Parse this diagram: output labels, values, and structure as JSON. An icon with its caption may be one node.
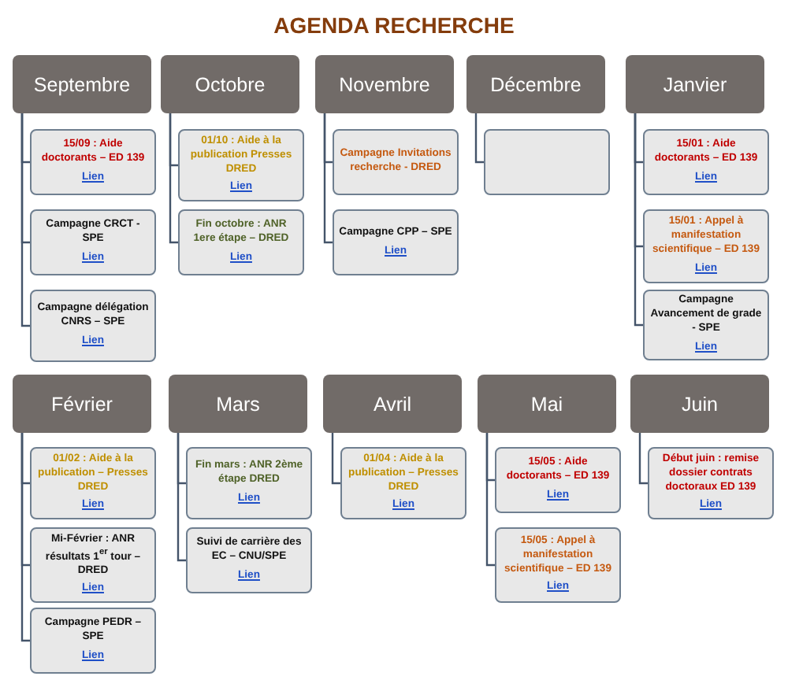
{
  "diagram": {
    "title": "AGENDA RECHERCHE",
    "nodes": [
      {
        "text": [
          "Septembre"
        ]
      },
      {
        "text": [
          "15/09 : Aide doctorants – ED 139",
          "Lien"
        ]
      },
      {
        "text": [
          "Campagne CRCT - SPE",
          "Lien"
        ]
      },
      {
        "text": [
          "Campagne délégation CNRS – SPE",
          "Lien"
        ]
      },
      {
        "text": [
          "Octobre"
        ]
      },
      {
        "text": [
          "01/10 : Aide à la publication Presses DRED",
          "Lien"
        ]
      },
      {
        "text": [
          "Fin octobre : ANR 1ere étape – DRED",
          "Lien"
        ]
      },
      {
        "text": [
          "Novembre"
        ]
      },
      {
        "text": [
          "Campagne Invitations recherche - DRED"
        ]
      },
      {
        "text": [
          "Campagne CPP – SPE",
          "Lien"
        ]
      },
      {
        "text": [
          "Décembre"
        ]
      },
      {
        "text": [],
        "shape": "box"
      },
      {
        "text": [
          "Janvier"
        ]
      },
      {
        "text": [
          "15/01 : Aide doctorants – ED 139",
          "Lien"
        ]
      },
      {
        "text": [
          "15/01 : Appel à manifestation scientifique – ED 139",
          "Lien"
        ]
      },
      {
        "text": [
          "Campagne Avancement de grade - SPE",
          "Lien"
        ]
      },
      {
        "text": [
          "Février"
        ]
      },
      {
        "text": [
          "01/02 : Aide à la publication – Presses DRED",
          "Lien"
        ]
      },
      {
        "text": [
          "Mi-Février : ANR résultats 1$^{er}$ tour – DRED",
          "Lien"
        ]
      },
      {
        "text": [
          "Campagne PEDR –SPE",
          "Lien"
        ]
      },
      {
        "text": [
          "Mars"
        ]
      },
      {
        "text": [
          "Fin mars : ANR 2ème étape DRED",
          "Lien"
        ]
      },
      {
        "text": [
          "Suivi de carrière des EC – CNU/SPE",
          "Lien"
        ]
      },
      {
        "text": [
          "Avril"
        ]
      },
      {
        "text": [
          "01/04 : Aide à la publication – Presses DRED",
          "Lien"
        ]
      },
      {
        "text": [
          "Mai"
        ]
      },
      {
        "text": [
          "15/05 : Aide doctorants – ED 139",
          "Lien"
        ]
      },
      {
        "text": [
          "15/05 : Appel à manifestation scientifique – ED 139",
          "Lien"
        ]
      },
      {
        "text": [
          "Juin"
        ]
      },
      {
        "text": [
          "Début juin : remise dossier contrats doctoraux ED 139",
          "Lien"
        ]
      }
    ],
    "edges": [
      {
        "from": 0,
        "to": 1,
        "arrow": "none"
      },
      {
        "from": 0,
        "to": 2,
        "arrow": "none"
      },
      {
        "from": 0,
        "to": 3,
        "arrow": "none"
      },
      {
        "from": 4,
        "to": 5,
        "arrow": "none"
      },
      {
        "from": 4,
        "to": 6,
        "arrow": "none"
      },
      {
        "from": 7,
        "to": 8,
        "arrow": "none"
      },
      {
        "from": 7,
        "to": 9,
        "arrow": "none"
      },
      {
        "from": 10,
        "to": 11,
        "arrow": "none"
      },
      {
        "from": 12,
        "to": 13,
        "arrow": "none"
      },
      {
        "from": 12,
        "to": 14,
        "arrow": "none"
      },
      {
        "from": 12,
        "to": 15,
        "arrow": "none"
      },
      {
        "from": 16,
        "to": 17,
        "arrow": "none"
      },
      {
        "from": 16,
        "to": 18,
        "arrow": "none"
      },
      {
        "from": 16,
        "to": 19,
        "arrow": "none"
      },
      {
        "from": 20,
        "to": 21,
        "arrow": "none"
      },
      {
        "from": 20,
        "to": 22,
        "arrow": "none"
      },
      {
        "from": 23,
        "to": 24,
        "arrow": "none"
      },
      {
        "from": 25,
        "to": 26,
        "arrow": "none"
      },
      {
        "from": 25,
        "to": 27,
        "arrow": "none"
      },
      {
        "from": 28,
        "to": 29,
        "arrow": "none"
      }
    ]
  }
}
